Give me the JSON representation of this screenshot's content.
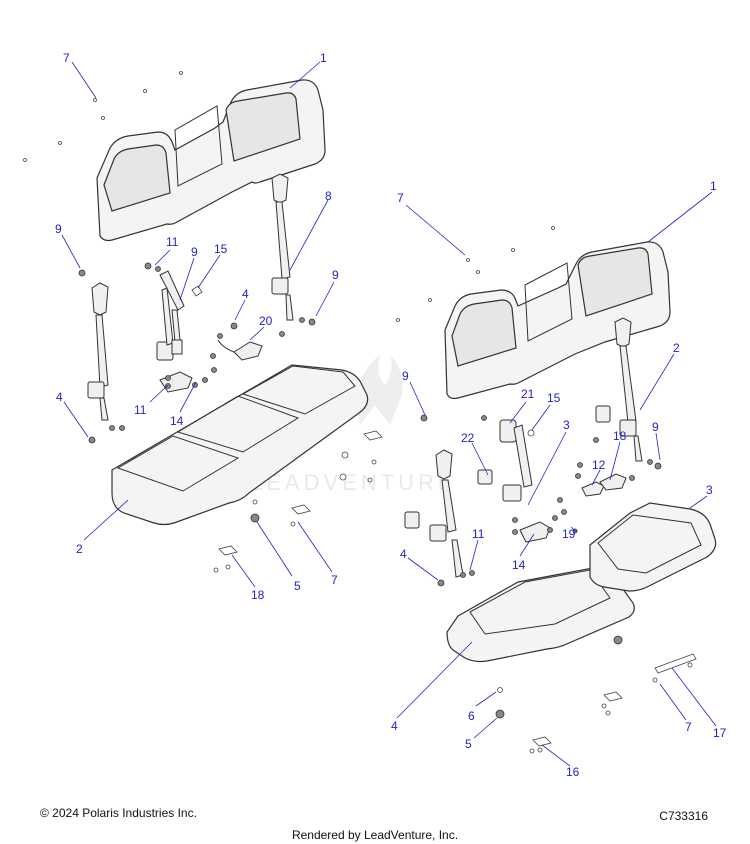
{
  "watermark": "LEADVENTURE",
  "callouts": [
    {
      "id": "c1a",
      "label": "1"
    },
    {
      "id": "c7a",
      "label": "7"
    },
    {
      "id": "c8",
      "label": "8"
    },
    {
      "id": "c9a",
      "label": "9"
    },
    {
      "id": "c11a",
      "label": "11"
    },
    {
      "id": "c9b",
      "label": "9"
    },
    {
      "id": "c15a",
      "label": "15"
    },
    {
      "id": "c9c",
      "label": "9"
    },
    {
      "id": "c4a",
      "label": "4"
    },
    {
      "id": "c20",
      "label": "20"
    },
    {
      "id": "c4b",
      "label": "4"
    },
    {
      "id": "c11b",
      "label": "11"
    },
    {
      "id": "c14a",
      "label": "14"
    },
    {
      "id": "c2a",
      "label": "2"
    },
    {
      "id": "c5a",
      "label": "5"
    },
    {
      "id": "c7b",
      "label": "7"
    },
    {
      "id": "c18a",
      "label": "18"
    },
    {
      "id": "c1b",
      "label": "1"
    },
    {
      "id": "c7c",
      "label": "7"
    },
    {
      "id": "c2b",
      "label": "2"
    },
    {
      "id": "c9d",
      "label": "9"
    },
    {
      "id": "c21",
      "label": "21"
    },
    {
      "id": "c15b",
      "label": "15"
    },
    {
      "id": "c3a",
      "label": "3"
    },
    {
      "id": "c22",
      "label": "22"
    },
    {
      "id": "c12",
      "label": "12"
    },
    {
      "id": "c18b",
      "label": "18"
    },
    {
      "id": "c9e",
      "label": "9"
    },
    {
      "id": "c3b",
      "label": "3"
    },
    {
      "id": "c19",
      "label": "19"
    },
    {
      "id": "c11c",
      "label": "11"
    },
    {
      "id": "c4c",
      "label": "4"
    },
    {
      "id": "c14b",
      "label": "14"
    },
    {
      "id": "c4d",
      "label": "4"
    },
    {
      "id": "c6",
      "label": "6"
    },
    {
      "id": "c5b",
      "label": "5"
    },
    {
      "id": "c7d",
      "label": "7"
    },
    {
      "id": "c17",
      "label": "17"
    },
    {
      "id": "c16",
      "label": "16"
    }
  ],
  "footer": {
    "copyright": "© 2024 Polaris Industries Inc.",
    "figure_code": "C733316",
    "rendered_by": "Rendered by LeadVenture, Inc."
  }
}
